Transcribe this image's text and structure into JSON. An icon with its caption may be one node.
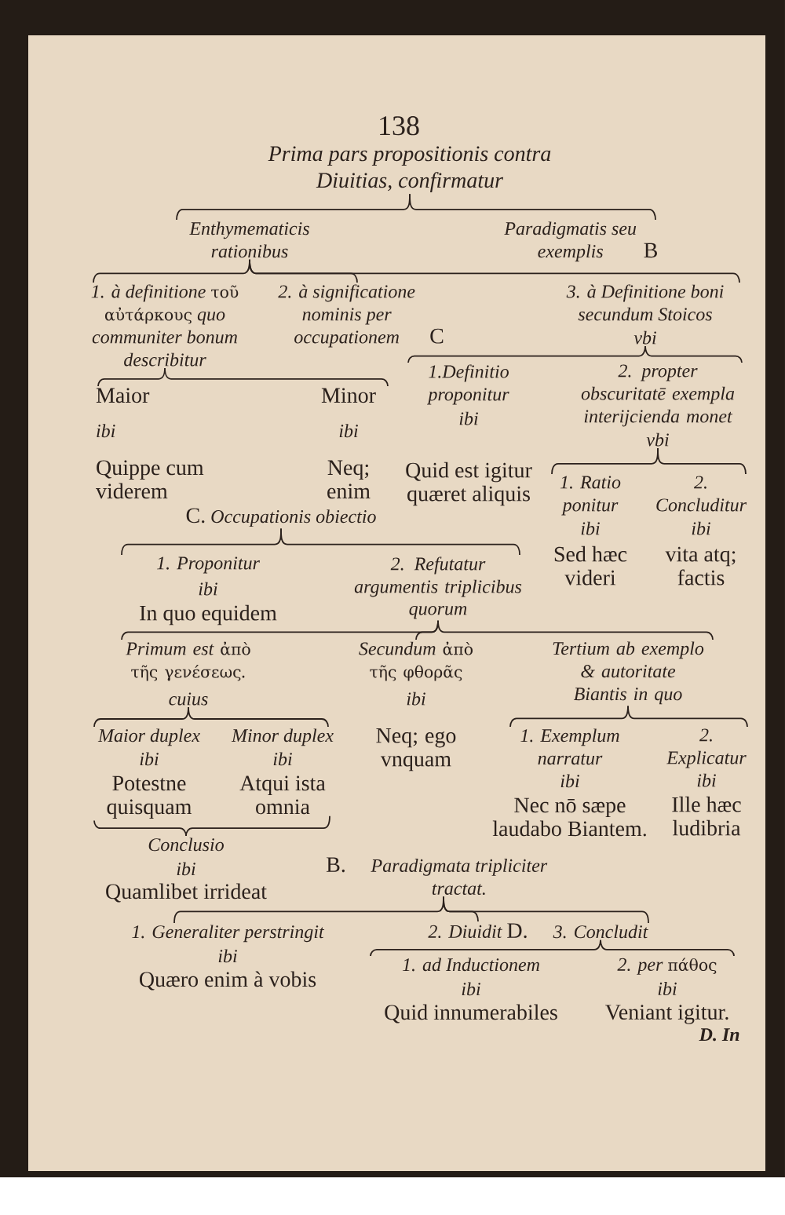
{
  "diagram": {
    "nodes": [
      {
        "text": [
          "Prima pars propositionis contra Diuitias, confirmatur"
        ]
      },
      {
        "text": [
          "Enthymematicis rationibus"
        ]
      },
      {
        "text": [
          "Paradigmatis seu exemplis",
          "B"
        ]
      },
      {
        "text": [
          "1. à definitione τοῦ αὐτάρκους quo communiter bonum describitur"
        ]
      },
      {
        "text": [
          "2. à significatione nominis per occupationem",
          "C"
        ]
      },
      {
        "text": [
          "3. à Definitione boni secundum Stoicos",
          "vbi"
        ]
      },
      {
        "text": [
          "Maior",
          "ibi",
          "Quippe cum viderem"
        ]
      },
      {
        "text": [
          "Minor",
          "ibi",
          "Neq; enim"
        ]
      },
      {
        "text": [
          "1.Definitio proponitur",
          "ibi",
          "Quid est igitur quæret aliquis"
        ]
      },
      {
        "text": [
          "2. propter obscuritatē exempla interijcienda monet",
          "vbi"
        ]
      },
      {
        "text": [
          "1. Ratio ponitur",
          "ibi",
          "Sed hæc videri"
        ]
      },
      {
        "text": [
          "2. Concluditur",
          "ibi",
          "vita atq; factis"
        ]
      },
      {
        "text": [
          "C.",
          "Occupationis obiectio"
        ]
      },
      {
        "text": [
          "1. Proponitur",
          "ibi",
          "In quo equidem"
        ]
      },
      {
        "text": [
          "2. Refutatur argumentis triplicibus",
          "quorum"
        ]
      },
      {
        "text": [
          "Primum est ἀπὸ τῆς γενέσεως.",
          "cuius"
        ]
      },
      {
        "text": [
          "Secundum ἀπὸ τῆς φθορᾶς",
          "ibi",
          "Neq; ego vnquam"
        ]
      },
      {
        "text": [
          "Tertium ab exemplo & autoritate Biantis in quo"
        ]
      },
      {
        "text": [
          "Maior duplex",
          "ibi",
          "Potestne quisquam"
        ]
      },
      {
        "text": [
          "Minor duplex",
          "ibi",
          "Atqui ista omnia"
        ]
      },
      {
        "text": [
          "1. Exemplum narratur",
          "ibi",
          "Nec nō sæpe laudabo Biantem."
        ]
      },
      {
        "text": [
          "2. Explicatur",
          "ibi",
          "Ille hæc ludibria"
        ]
      },
      {
        "text": [
          "Conclusio",
          "ibi",
          "Quamlibet irrideat"
        ]
      },
      {
        "text": [
          "B.",
          "Paradigmata tripliciter tractat."
        ]
      },
      {
        "text": [
          "1. Generaliter perstringit",
          "ibi",
          "Quæro enim à vobis"
        ]
      },
      {
        "text": [
          "2. Diuidit",
          "D."
        ]
      },
      {
        "text": [
          "3. Concludit"
        ]
      },
      {
        "text": [
          "1. ad Inductionem",
          "ibi",
          "Quid innumerabiles"
        ]
      },
      {
        "text": [
          "2. per πάθος",
          "ibi",
          "Veniant igitur."
        ]
      }
    ],
    "edges": [
      {
        "from": 0,
        "to": 1,
        "arrow": "none"
      },
      {
        "from": 0,
        "to": 2,
        "arrow": "none"
      },
      {
        "from": 1,
        "to": 3,
        "arrow": "none"
      },
      {
        "from": 1,
        "to": 4,
        "arrow": "none"
      },
      {
        "from": 1,
        "to": 5,
        "arrow": "none"
      },
      {
        "from": 3,
        "to": 6,
        "arrow": "none"
      },
      {
        "from": 3,
        "to": 7,
        "arrow": "none"
      },
      {
        "from": 5,
        "to": 8,
        "arrow": "none"
      },
      {
        "from": 5,
        "to": 9,
        "arrow": "none"
      },
      {
        "from": 9,
        "to": 10,
        "arrow": "none"
      },
      {
        "from": 9,
        "to": 11,
        "arrow": "none"
      },
      {
        "from": 12,
        "to": 13,
        "arrow": "none"
      },
      {
        "from": 12,
        "to": 14,
        "arrow": "none"
      },
      {
        "from": 14,
        "to": 15,
        "arrow": "none"
      },
      {
        "from": 14,
        "to": 16,
        "arrow": "none"
      },
      {
        "from": 14,
        "to": 17,
        "arrow": "none"
      },
      {
        "from": 15,
        "to": 18,
        "arrow": "none"
      },
      {
        "from": 15,
        "to": 19,
        "arrow": "none"
      },
      {
        "from": 17,
        "to": 20,
        "arrow": "none"
      },
      {
        "from": 17,
        "to": 21,
        "arrow": "none"
      },
      {
        "from": 18,
        "to": 22,
        "arrow": "none"
      },
      {
        "from": 19,
        "to": 22,
        "arrow": "none"
      },
      {
        "from": 23,
        "to": 24,
        "arrow": "none"
      },
      {
        "from": 23,
        "to": 25,
        "arrow": "none"
      },
      {
        "from": 23,
        "to": 26,
        "arrow": "none"
      },
      {
        "from": 26,
        "to": 27,
        "arrow": "none"
      },
      {
        "from": 26,
        "to": 28,
        "arrow": "none"
      }
    ],
    "labels": [
      "138",
      "D. In"
    ]
  }
}
